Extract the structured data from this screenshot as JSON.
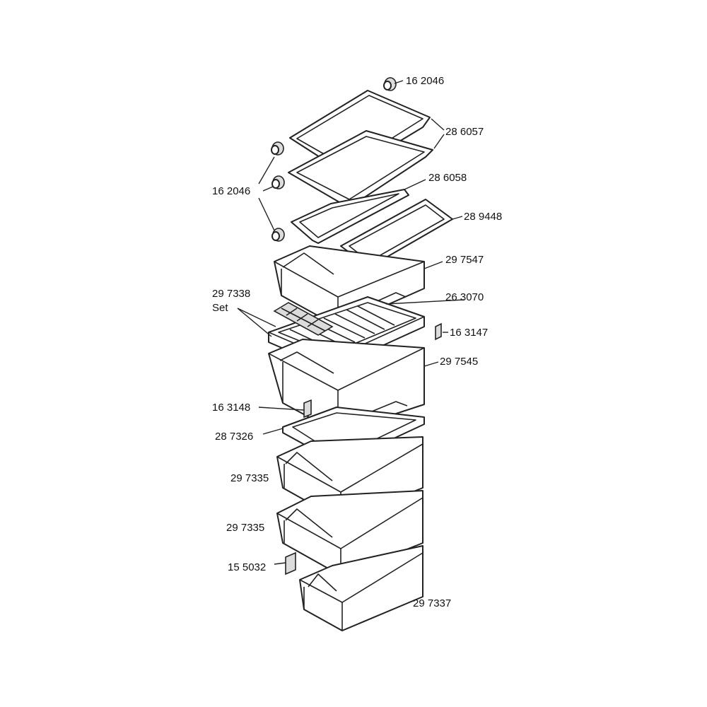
{
  "labels": {
    "p162046_top": "16 2046",
    "p286057": "28 6057",
    "p162046_left": "16 2046",
    "p286058": "28 6058",
    "p289448": "28 9448",
    "p297547": "29 7547",
    "p297338": "29 7338",
    "set": "Set",
    "p263070": "26 3070",
    "p163147": "16 3147",
    "p297545": "29 7545",
    "p163148": "16 3148",
    "p287326": "28 7326",
    "p297335_a": "29 7335",
    "p297335_b": "29 7335",
    "p155032": "15 5032",
    "p297337": "29 7337"
  }
}
